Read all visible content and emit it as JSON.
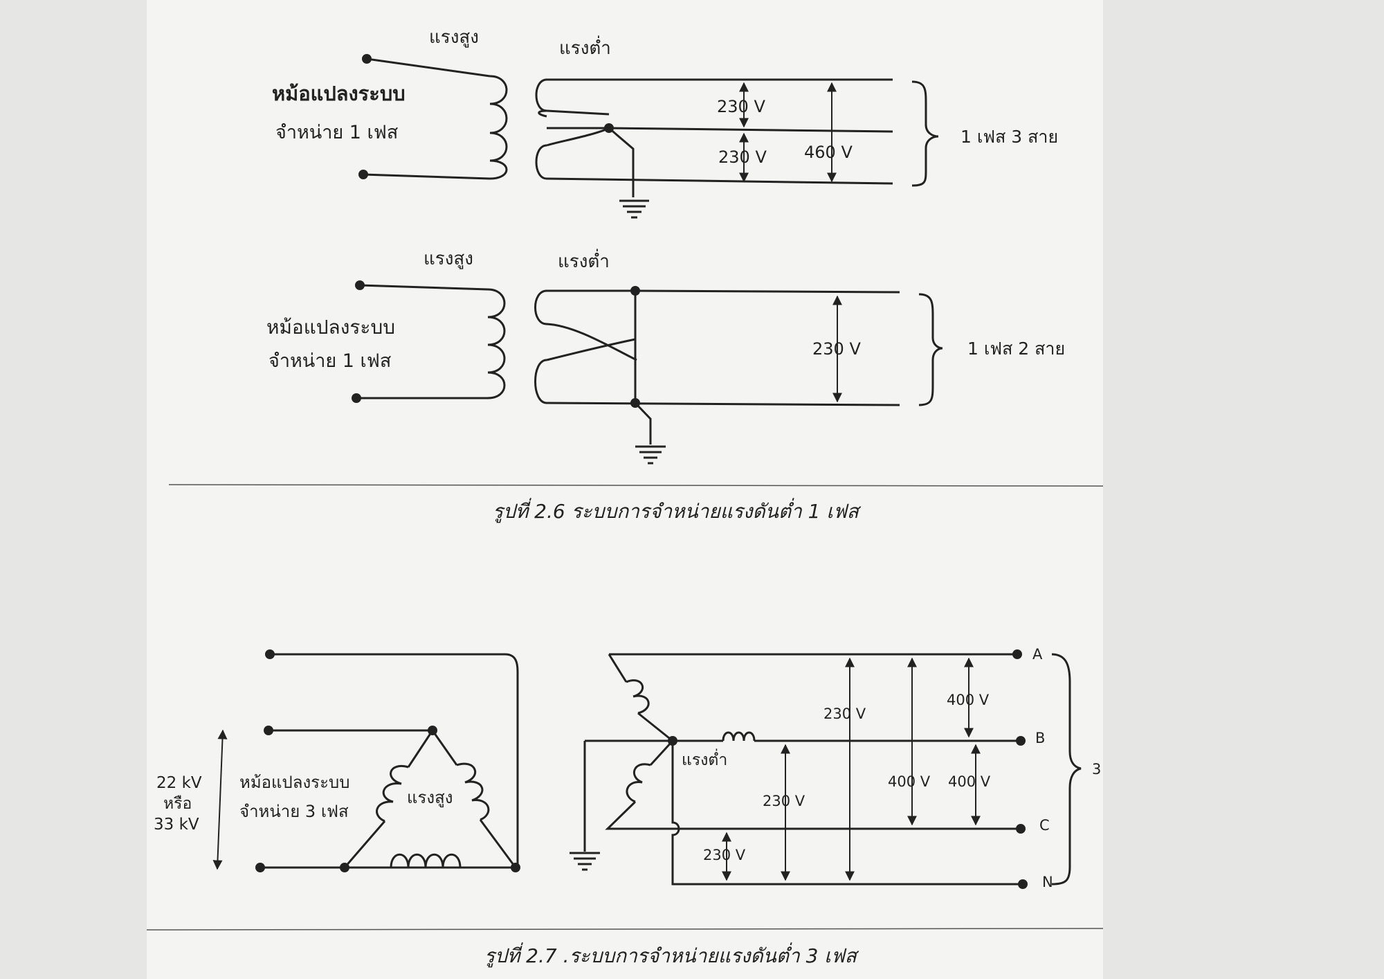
{
  "figure_26": {
    "top": {
      "hv_label": "แรงสูง",
      "lv_label": "แรงต่ำ",
      "transformer_line1": "หม้อแปลงระบบ",
      "transformer_line2": "จำหน่าย 1 เฟส",
      "v_upper": "230 V",
      "v_lower": "230 V",
      "v_total": "460 V",
      "system_label": "1 เฟส 3 สาย"
    },
    "bottom": {
      "hv_label": "แรงสูง",
      "lv_label": "แรงต่ำ",
      "transformer_line1": "หม้อแปลงระบบ",
      "transformer_line2": "จำหน่าย 1 เฟส",
      "v_total": "230 V",
      "system_label": "1 เฟส 2 สาย"
    },
    "caption": "รูปที่ 2.6  ระบบการจำหน่ายแรงดันต่ำ 1 เฟส"
  },
  "figure_27": {
    "hv_voltage_line1": "22 kV",
    "hv_voltage_line2": "หรือ",
    "hv_voltage_line3": "33 kV",
    "transformer_line1": "หม้อแปลงระบบ",
    "transformer_line2": "จำหน่าย 3 เฟส",
    "hv_label": "แรงสูง",
    "lv_label": "แรงต่ำ",
    "terminal_a": "A",
    "terminal_b": "B",
    "terminal_c": "C",
    "terminal_n": "N",
    "v_an": "230 V",
    "v_ab": "400 V",
    "v_bn": "230 V",
    "v_bc": "400 V",
    "v_ac": "400 V",
    "v_cn": "230 V",
    "system_label_partial": "3",
    "caption": "รูปที่ 2.7 .ระบบการจำหน่ายแรงดันต่ำ 3 เฟส"
  }
}
